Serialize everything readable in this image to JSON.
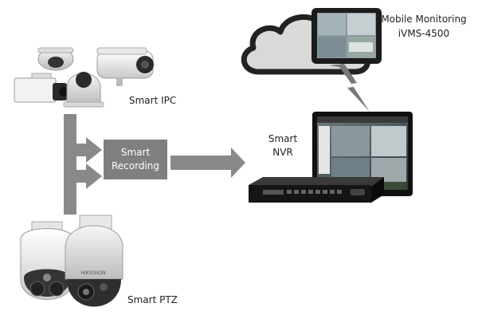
{
  "nodes": {
    "smart_ipc": "Smart IPC",
    "smart_ptz": "Smart PTZ",
    "smart_recording": [
      "Smart",
      "Recording"
    ],
    "smart_nvr": [
      "Smart",
      "NVR"
    ],
    "mobile": [
      "Mobile Monitoring",
      "iVMS-4500"
    ]
  },
  "brand_text": "HIKVISION",
  "colors": {
    "arrow": "#898989",
    "box": "#7f7f7f",
    "cloud_fill": "#d9d9d9",
    "cloud_stroke": "#222222"
  },
  "icons": [
    "cloud-icon",
    "tablet-icon",
    "lightning-bolt-icon",
    "ipc-cameras-icon",
    "ptz-camera-icon",
    "nvr-monitor-icon",
    "nvr-recorder-icon"
  ]
}
